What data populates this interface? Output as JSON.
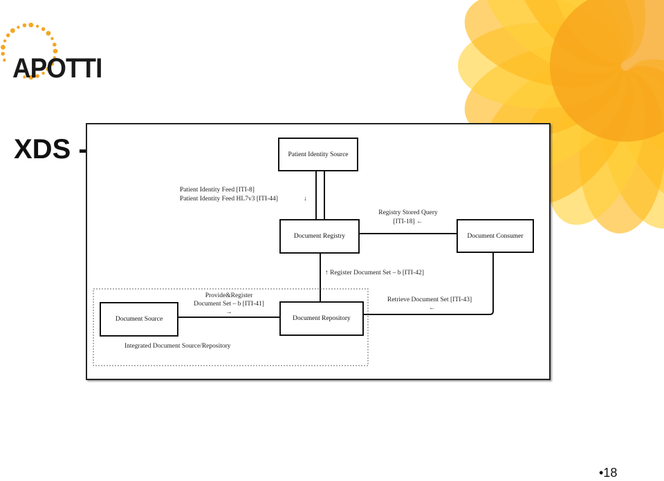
{
  "logo": {
    "text": "APOTTI",
    "dot_color": "#f5a623"
  },
  "slide": {
    "title": "XDS -",
    "page_number": "•18"
  },
  "colors": {
    "sun_light": "#ffd23a",
    "sun_mid": "#ffb81c",
    "sun_dark": "#f7a21a",
    "line": "#111111"
  },
  "diagram": {
    "nodes": {
      "patient_identity_source": "Patient Identity Source",
      "document_registry": "Document Registry",
      "document_consumer": "Document Consumer",
      "document_source": "Document Source",
      "document_repository": "Document Repository"
    },
    "labels": {
      "patient_feed_1": "Patient Identity Feed [ITI-8]",
      "patient_feed_2": "Patient Identity Feed HL7v3  [ITI-44]",
      "patient_feed_arrow": "↓",
      "stored_query_1": "Registry Stored Query",
      "stored_query_2": "[ITI-18] ←",
      "register_set": "↑ Register Document Set – b [ITI-42]",
      "provide_register_1": "Provide&Register",
      "provide_register_2": "Document Set – b [ITI-41]",
      "provide_register_arrow": "→",
      "retrieve_set": "Retrieve Document Set [ITI-43]",
      "retrieve_arrow": "←",
      "integrated_group": "Integrated Document Source/Repository"
    }
  }
}
